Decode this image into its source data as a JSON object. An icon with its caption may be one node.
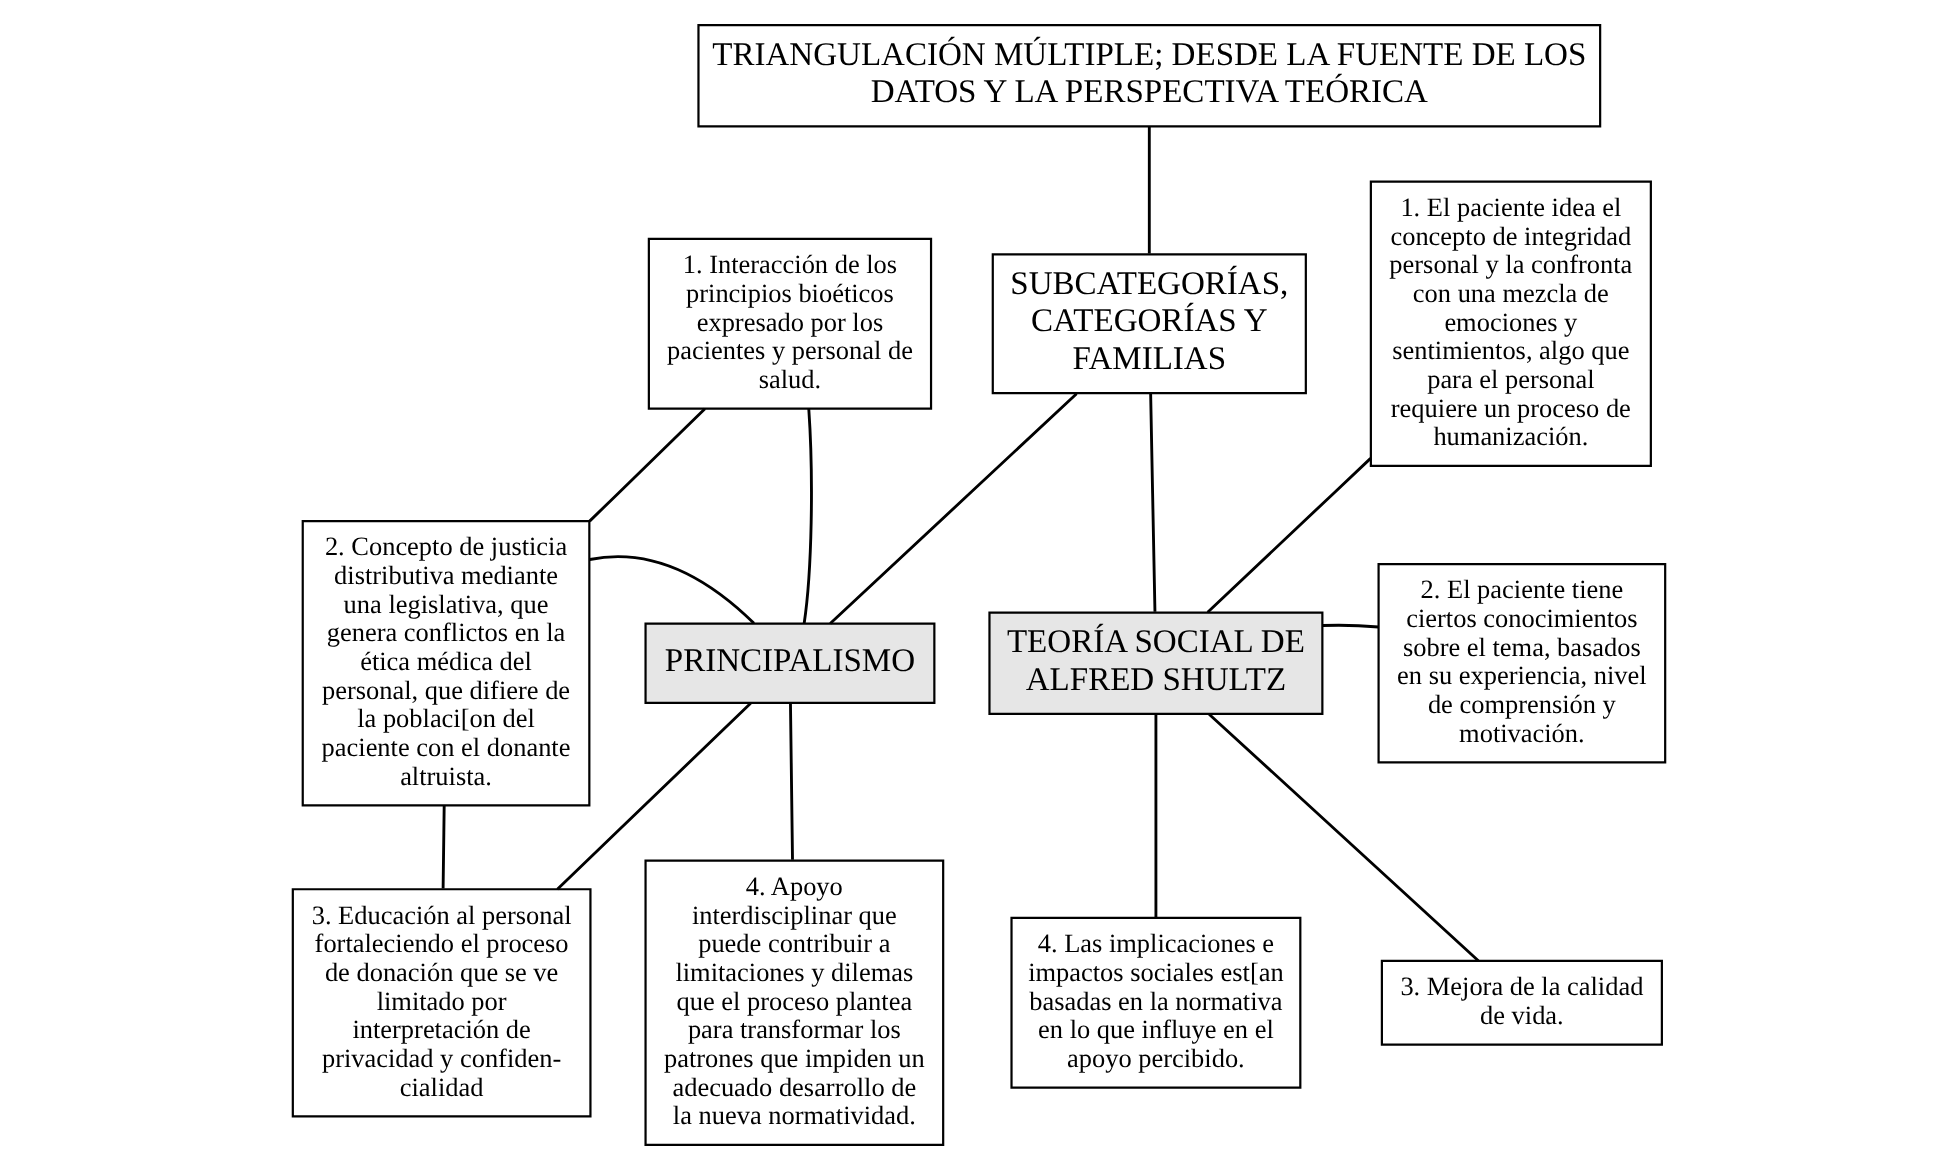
{
  "diagram": {
    "nodes": [
      {
        "text": [
          "TRIANGULACIÓN MÚLTIPLE; DESDE LA FUENTE DE LOS DATOS Y LA PERSPECTIVA TEÓRICA"
        ]
      },
      {
        "text": [
          "SUBCATEGORÍAS, CATEGORÍAS Y FAMILIAS"
        ]
      },
      {
        "text": [
          "1. Interacción de los principios bioéticos expresado por los pacientes y personal de salud."
        ]
      },
      {
        "text": [
          "2. Concepto de justicia distributiva mediante una legislativa, que genera conflictos en la ética médica del personal, que difiere de la poblaci[on del paciente con el donante altruista."
        ]
      },
      {
        "text": [
          "3. Educación al personal fortaleciendo el proceso de donación que se ve limitado por interpretación de privacidad y confiden-cialidad"
        ]
      },
      {
        "text": [
          "PRINCIPALISMO"
        ]
      },
      {
        "text": [
          "TEORÍA SOCIAL DE ALFRED SHULTZ"
        ]
      },
      {
        "text": [
          "1. El paciente idea el concepto de integridad personal y la confronta con una mezcla de emociones y sentimientos, algo que para el personal requiere un proceso de humanización."
        ]
      },
      {
        "text": [
          "2. El paciente tiene ciertos conocimientos sobre el tema, basados en su experiencia, nivel de comprensión y motivación."
        ]
      },
      {
        "text": [
          "3. Mejora de la calidad de vida."
        ]
      },
      {
        "text": [
          "4. Apoyo interdisciplinar que puede contribuir a limitaciones y dilemas que el proceso plantea para transformar los patrones que impiden un adecuado desarrollo de la nueva normatividad."
        ]
      },
      {
        "text": [
          "4. Las implicaciones e impactos sociales est[an basadas en la normativa en lo que influye en el apoyo percibido."
        ]
      }
    ],
    "edges": [
      {
        "from": 0,
        "to": 1,
        "arrow": "none"
      },
      {
        "from": 1,
        "to": 5,
        "arrow": "none"
      },
      {
        "from": 1,
        "to": 6,
        "arrow": "none"
      },
      {
        "from": 5,
        "to": 2,
        "arrow": "none"
      },
      {
        "from": 5,
        "to": 3,
        "arrow": "none"
      },
      {
        "from": 5,
        "to": 4,
        "arrow": "none"
      },
      {
        "from": 2,
        "to": 3,
        "arrow": "none"
      },
      {
        "from": 3,
        "to": 4,
        "arrow": "none"
      },
      {
        "from": 6,
        "to": 7,
        "arrow": "none"
      },
      {
        "from": 6,
        "to": 8,
        "arrow": "none"
      },
      {
        "from": 6,
        "to": 9,
        "arrow": "none"
      },
      {
        "from": 5,
        "to": 10,
        "arrow": "none"
      },
      {
        "from": 6,
        "to": 11,
        "arrow": "none"
      }
    ]
  }
}
